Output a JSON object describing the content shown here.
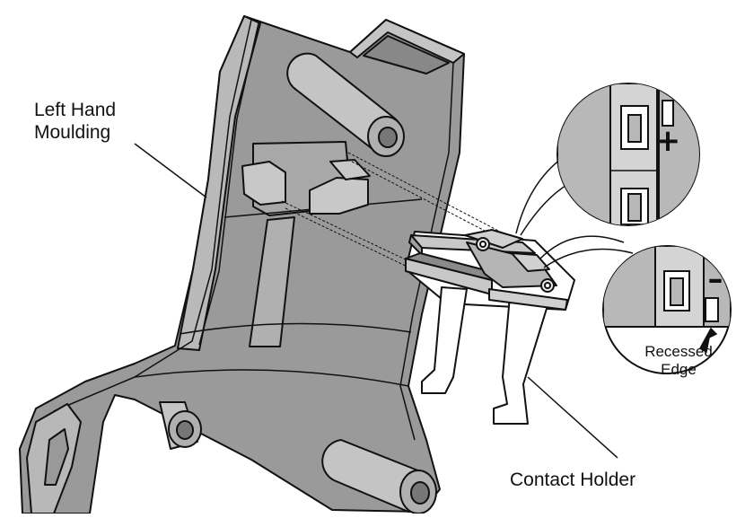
{
  "labels": {
    "moulding_line1": "Left Hand",
    "moulding_line2": "Moulding",
    "contact_holder": "Contact Holder",
    "recessed_line1": "Recessed",
    "recessed_line2": "Edge"
  },
  "symbols": {
    "plus": "+",
    "minus": "–"
  },
  "colors": {
    "body_fill": "#9a9a9a",
    "body_light": "#c4c4c4",
    "detail_fill": "#b8b8b8",
    "outline": "#111111"
  }
}
